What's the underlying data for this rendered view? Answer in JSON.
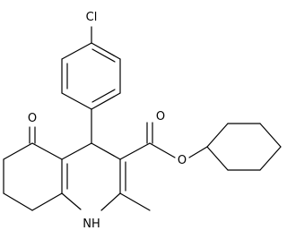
{
  "molecule": {
    "atoms": {
      "chlorine": "Cl",
      "ketone_oxygen": "O",
      "carbonyl_oxygen": "O",
      "ester_oxygen": "O",
      "amine": "NH"
    },
    "colors": {
      "bond": "#000000",
      "text": "#000000",
      "background": "#ffffff"
    }
  }
}
